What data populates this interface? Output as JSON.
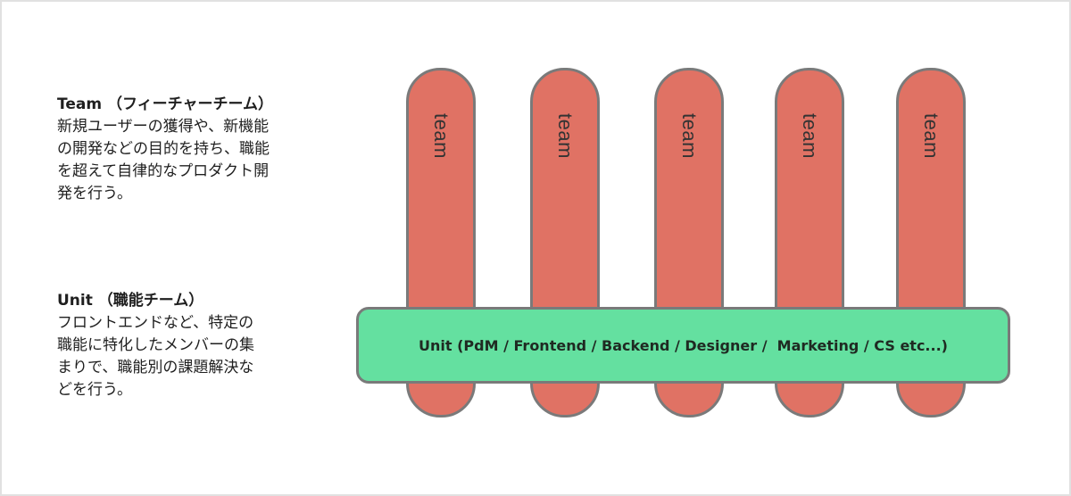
{
  "team_section": {
    "title": "Team （フィーチャーチーム）",
    "body": "新規ユーザーの獲得や、新機能\nの開発などの目的を持ち、職能\nを超えて自律的なプロダクト開\n発を行う。"
  },
  "unit_section": {
    "title": "Unit （職能チーム）",
    "body": "フロントエンドなど、特定の\n職能に特化したメンバーの集\nまりで、職能別の課題解決な\nどを行う。"
  },
  "diagram": {
    "team_pills": [
      {
        "label": "team"
      },
      {
        "label": "team"
      },
      {
        "label": "team"
      },
      {
        "label": "team"
      },
      {
        "label": "team"
      }
    ],
    "unit_bar": {
      "label": "Unit (PdM / Frontend / Backend / Designer /  Marketing / CS etc...)"
    },
    "colors": {
      "team_fill": "#e07264",
      "unit_fill": "#64e0a0",
      "outline": "#7a7a7a"
    }
  }
}
